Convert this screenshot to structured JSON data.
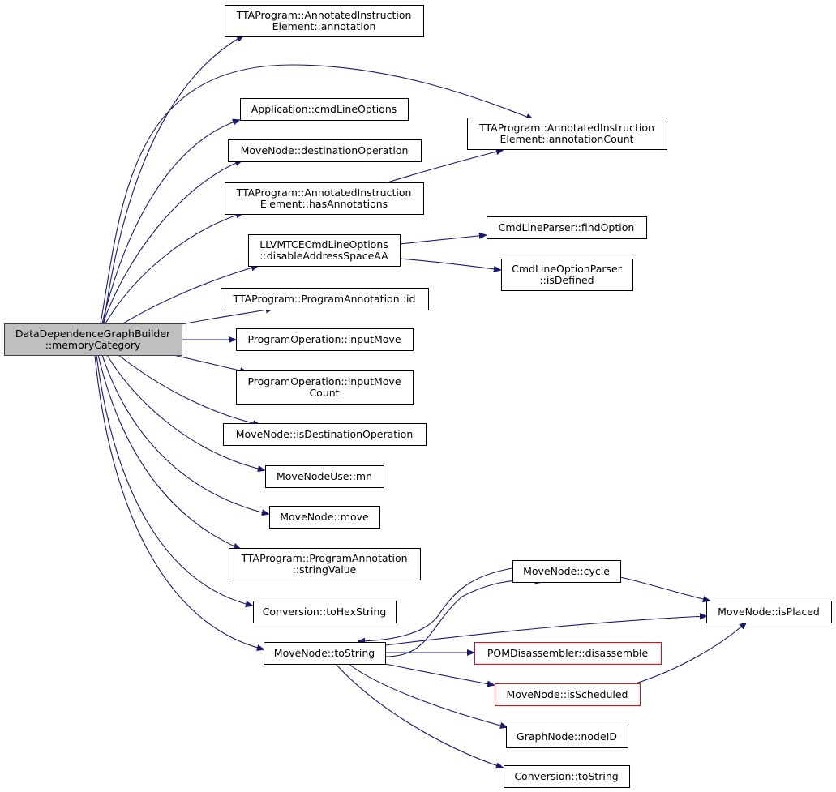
{
  "colors": {
    "edge": "#191970",
    "node_border": "#000000",
    "node_fill": "#ffffff",
    "root_fill": "#bfbfbf",
    "root_border": "#404040",
    "truncated_border": "#ff0000"
  },
  "nodes": [
    {
      "id": "root",
      "lines": [
        "DataDependenceGraphBuilder",
        "::memoryCategory"
      ],
      "style": "root"
    },
    {
      "id": "annotation",
      "lines": [
        "TTAProgram::AnnotatedInstruction",
        "Element::annotation"
      ],
      "style": "normal"
    },
    {
      "id": "cmdLineOptions",
      "lines": [
        "Application::cmdLineOptions"
      ],
      "style": "normal"
    },
    {
      "id": "annotationCount",
      "lines": [
        "TTAProgram::AnnotatedInstruction",
        "Element::annotationCount"
      ],
      "style": "normal"
    },
    {
      "id": "destinationOperation",
      "lines": [
        "MoveNode::destinationOperation"
      ],
      "style": "normal"
    },
    {
      "id": "hasAnnotations",
      "lines": [
        "TTAProgram::AnnotatedInstruction",
        "Element::hasAnnotations"
      ],
      "style": "normal"
    },
    {
      "id": "findOption",
      "lines": [
        "CmdLineParser::findOption"
      ],
      "style": "normal"
    },
    {
      "id": "disableAddressSpaceAA",
      "lines": [
        "LLVMTCECmdLineOptions",
        "::disableAddressSpaceAA"
      ],
      "style": "normal"
    },
    {
      "id": "isDefined",
      "lines": [
        "CmdLineOptionParser",
        "::isDefined"
      ],
      "style": "normal"
    },
    {
      "id": "programAnnotationId",
      "lines": [
        "TTAProgram::ProgramAnnotation::id"
      ],
      "style": "normal"
    },
    {
      "id": "inputMove",
      "lines": [
        "ProgramOperation::inputMove"
      ],
      "style": "normal"
    },
    {
      "id": "inputMoveCount",
      "lines": [
        "ProgramOperation::inputMove",
        "Count"
      ],
      "style": "normal"
    },
    {
      "id": "isDestinationOperation",
      "lines": [
        "MoveNode::isDestinationOperation"
      ],
      "style": "normal"
    },
    {
      "id": "mn",
      "lines": [
        "MoveNodeUse::mn"
      ],
      "style": "normal"
    },
    {
      "id": "move",
      "lines": [
        "MoveNode::move"
      ],
      "style": "normal"
    },
    {
      "id": "stringValue",
      "lines": [
        "TTAProgram::ProgramAnnotation",
        "::stringValue"
      ],
      "style": "normal"
    },
    {
      "id": "cycle",
      "lines": [
        "MoveNode::cycle"
      ],
      "style": "normal"
    },
    {
      "id": "toHexString",
      "lines": [
        "Conversion::toHexString"
      ],
      "style": "normal"
    },
    {
      "id": "isPlaced",
      "lines": [
        "MoveNode::isPlaced"
      ],
      "style": "normal"
    },
    {
      "id": "moveNodeToString",
      "lines": [
        "MoveNode::toString"
      ],
      "style": "normal"
    },
    {
      "id": "disassemble",
      "lines": [
        "POMDisassembler::disassemble"
      ],
      "style": "truncated"
    },
    {
      "id": "isScheduled",
      "lines": [
        "MoveNode::isScheduled"
      ],
      "style": "truncated"
    },
    {
      "id": "nodeID",
      "lines": [
        "GraphNode::nodeID"
      ],
      "style": "normal"
    },
    {
      "id": "conversionToString",
      "lines": [
        "Conversion::toString"
      ],
      "style": "normal"
    }
  ],
  "edges": [
    {
      "from": "root",
      "to": "annotation"
    },
    {
      "from": "root",
      "to": "annotationCount"
    },
    {
      "from": "root",
      "to": "cmdLineOptions"
    },
    {
      "from": "root",
      "to": "destinationOperation"
    },
    {
      "from": "root",
      "to": "hasAnnotations"
    },
    {
      "from": "root",
      "to": "disableAddressSpaceAA"
    },
    {
      "from": "root",
      "to": "programAnnotationId"
    },
    {
      "from": "root",
      "to": "inputMove"
    },
    {
      "from": "root",
      "to": "inputMoveCount"
    },
    {
      "from": "root",
      "to": "isDestinationOperation"
    },
    {
      "from": "root",
      "to": "mn"
    },
    {
      "from": "root",
      "to": "move"
    },
    {
      "from": "root",
      "to": "stringValue"
    },
    {
      "from": "root",
      "to": "toHexString"
    },
    {
      "from": "root",
      "to": "moveNodeToString"
    },
    {
      "from": "hasAnnotations",
      "to": "annotationCount"
    },
    {
      "from": "disableAddressSpaceAA",
      "to": "findOption"
    },
    {
      "from": "disableAddressSpaceAA",
      "to": "isDefined"
    },
    {
      "from": "moveNodeToString",
      "to": "cycle"
    },
    {
      "from": "cycle",
      "to": "moveNodeToString"
    },
    {
      "from": "cycle",
      "to": "isPlaced"
    },
    {
      "from": "moveNodeToString",
      "to": "isPlaced"
    },
    {
      "from": "moveNodeToString",
      "to": "disassemble"
    },
    {
      "from": "moveNodeToString",
      "to": "isScheduled"
    },
    {
      "from": "moveNodeToString",
      "to": "nodeID"
    },
    {
      "from": "moveNodeToString",
      "to": "conversionToString"
    },
    {
      "from": "isScheduled",
      "to": "isPlaced"
    }
  ]
}
